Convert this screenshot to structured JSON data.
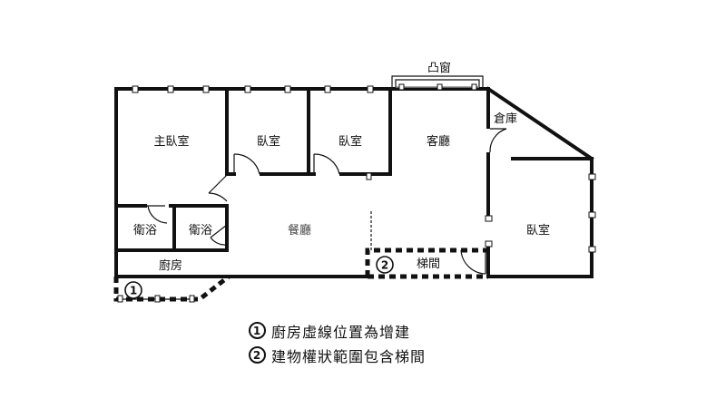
{
  "rooms": {
    "bay_window": "凸窗",
    "master_bedroom": "主臥室",
    "bedroom_1": "臥室",
    "bedroom_2": "臥室",
    "living_room": "客廳",
    "storage": "倉庫",
    "bathroom_1": "衛浴",
    "bathroom_2": "衛浴",
    "dining_room": "餐廳",
    "kitchen": "廚房",
    "stairwell": "梯間",
    "bedroom_3": "臥室"
  },
  "markers": {
    "marker_1": "1",
    "marker_2": "2"
  },
  "notes": [
    {
      "num": "1",
      "text": "廚房虛線位置為增建"
    },
    {
      "num": "2",
      "text": "建物權狀範圍包含梯間"
    }
  ]
}
